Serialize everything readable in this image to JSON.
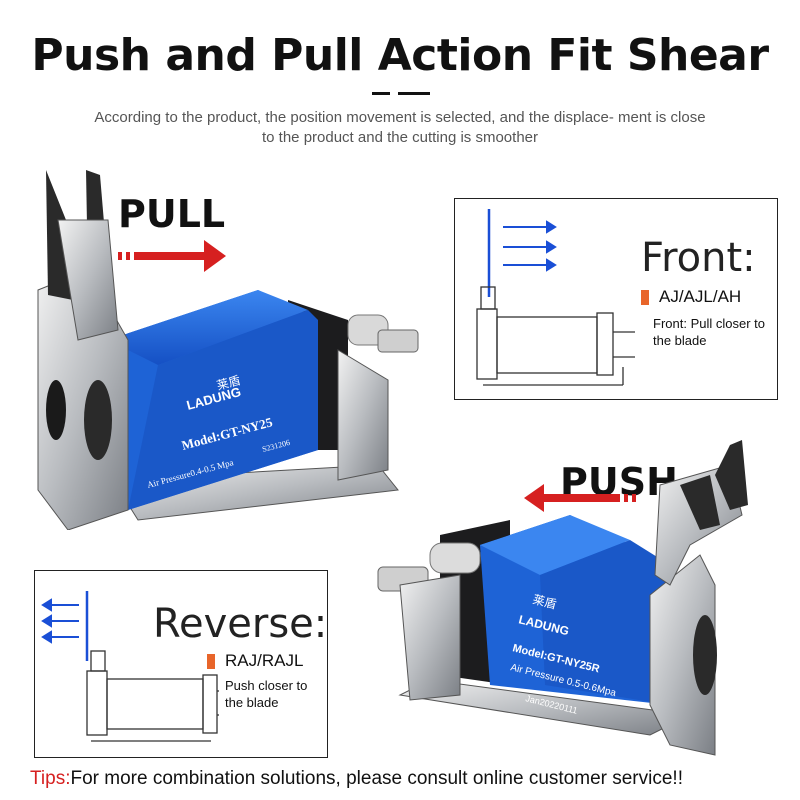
{
  "header": {
    "title": "Push and Pull Action Fit Shear",
    "subtitle": "According to the product, the position movement is selected, and the displace- ment is close to the product and the cutting is smoother"
  },
  "top_product": {
    "action_label": "PULL",
    "brand": "LADUNG",
    "brand_cn": "莱盾",
    "model": "Model:GT-NY25",
    "pressure": "Air Pressure0.4-0.5 Mpa",
    "serial": "S231206"
  },
  "front_panel": {
    "title": "Front:",
    "tag": "AJ/AJL/AH",
    "note": "Front: Pull closer to the blade"
  },
  "bottom_product": {
    "action_label": "PUSH",
    "brand": "LADUNG",
    "brand_cn": "莱盾",
    "model": "Model:GT-NY25R",
    "pressure": "Air Pressure 0.5-0.6Mpa",
    "serial": "Jan20220111"
  },
  "reverse_panel": {
    "title": "Reverse:",
    "tag": "RAJ/RAJL",
    "note": "Push closer to the blade"
  },
  "footer": {
    "tips_label": "Tips:",
    "tips_text": "For more combination solutions, please consult online customer service!!"
  },
  "colors": {
    "accent_red": "#d62020",
    "tag_orange": "#e8652a",
    "body_blue": "#1e63d6",
    "arrow_blue": "#1a4fd6"
  }
}
